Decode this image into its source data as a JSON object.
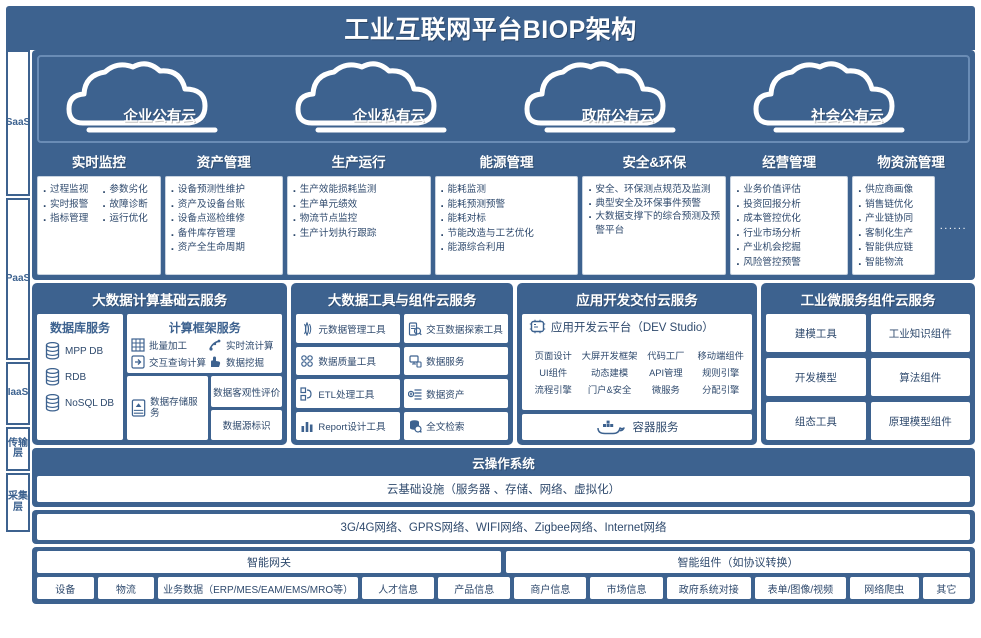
{
  "title": "工业互联网平台BIOP架构",
  "rail": [
    {
      "key": "saas",
      "label": "SaaS"
    },
    {
      "key": "paas",
      "label": "PaaS"
    },
    {
      "key": "iaas",
      "label": "IaaS"
    },
    {
      "key": "transport",
      "label": "传输层"
    },
    {
      "key": "collect",
      "label": "采集层"
    }
  ],
  "saas": {
    "clouds": [
      "企业公有云",
      "企业私有云",
      "政府公有云",
      "社会公有云"
    ],
    "dots": "......",
    "columns": [
      {
        "title": "实时监控",
        "twoCol": true,
        "items": [
          "过程监视",
          "参数劣化",
          "实时报警",
          "故障诊断",
          "指标管理",
          "运行优化"
        ]
      },
      {
        "title": "资产管理",
        "twoCol": false,
        "items": [
          "设备预测性维护",
          "资产及设备台账",
          "设备点巡检维修",
          "备件库存管理",
          "资产全生命周期"
        ]
      },
      {
        "title": "生产运行",
        "twoCol": false,
        "items": [
          "生产效能损耗监测",
          "生产单元绩效",
          "物流节点监控",
          "生产计划执行跟踪"
        ]
      },
      {
        "title": "能源管理",
        "twoCol": false,
        "items": [
          "能耗监测",
          "能耗预测预警",
          "能耗对标",
          "节能改造与工艺优化",
          "能源综合利用"
        ]
      },
      {
        "title": "安全&环保",
        "twoCol": false,
        "wrap": true,
        "items": [
          "安全、环保测点规范及监测",
          "典型安全及环保事件预警",
          "大数据支撑下的综合预测及预警平台"
        ]
      },
      {
        "title": "经营管理",
        "twoCol": false,
        "items": [
          "业务价值评估",
          "投资回报分析",
          "成本管控优化",
          "行业市场分析",
          "产业机会挖掘",
          "风险管控预警"
        ]
      },
      {
        "title": "物资流管理",
        "twoCol": false,
        "items": [
          "供应商画像",
          "销售链优化",
          "产业链协同",
          "客制化生产",
          "智能供应链",
          "智能物流"
        ]
      }
    ]
  },
  "paas": {
    "bigdata_compute": {
      "title": "大数据计算基础云服务",
      "db_title": "数据库服务",
      "db_items": [
        "MPP DB",
        "RDB",
        "NoSQL DB"
      ],
      "calc_title": "计算框架服务",
      "calc_items": [
        "批量加工",
        "实时流计算",
        "交互查询计算",
        "数据挖掘"
      ],
      "storage_label": "数据存储服务",
      "eval_chips": [
        "数据客观性评价",
        "数据源标识"
      ]
    },
    "bigdata_tools": {
      "title": "大数据工具与组件云服务",
      "left": [
        "元数据管理工具",
        "数据质量工具",
        "ETL处理工具",
        "Report设计工具"
      ],
      "right": [
        "交互数据探索工具",
        "数据服务",
        "数据资产",
        "全文检索"
      ]
    },
    "app_dev": {
      "title": "应用开发交付云服务",
      "platform": "应用开发云平台（DEV Studio）",
      "grid": [
        "页面设计",
        "大屏开发框架",
        "代码工厂",
        "移动端组件",
        "UI组件",
        "动态建模",
        "API管理",
        "规则引擎",
        "流程引擎",
        "门户&安全",
        "微服务",
        "分配引擎"
      ],
      "container": "容器服务"
    },
    "micro_service": {
      "title": "工业微服务组件云服务",
      "chips": [
        "建模工具",
        "工业知识组件",
        "开发模型",
        "算法组件",
        "组态工具",
        "原理模型组件"
      ]
    }
  },
  "iaas": {
    "title": "云操作系统",
    "infra": "云基础设施（服务器 、存储、网络、虚拟化）"
  },
  "transport": {
    "networks": "3G/4G网络、GPRS网络、WIFI网络、Zigbee网络、Internet网络"
  },
  "collect": {
    "gateways": [
      "智能网关",
      "智能组件（如协议转换）"
    ],
    "sources": [
      "设备",
      "物流",
      "业务数据（ERP/MES/EAM/EMS/MRO等）",
      "人才信息",
      "产品信息",
      "商户信息",
      "市场信息",
      "政府系统对接",
      "表单/图像/视频",
      "网络爬虫",
      "其它"
    ]
  },
  "colors": {
    "primary": "#3d628f",
    "panel_border": "#6a8cb5",
    "text_dark": "#2f4a6d",
    "white": "#ffffff"
  }
}
